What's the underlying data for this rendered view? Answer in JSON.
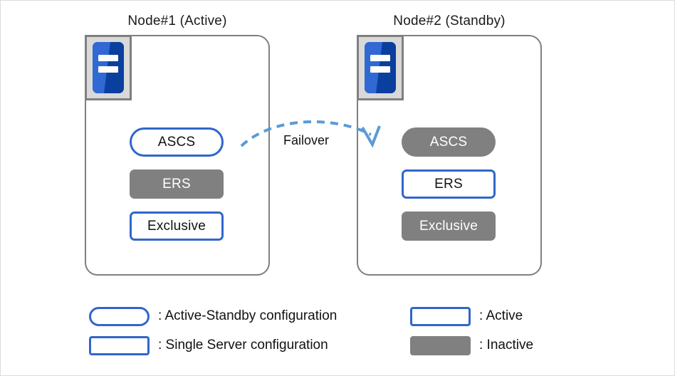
{
  "nodes": [
    {
      "title": "Node#1 (Active)",
      "icon": "server-icon",
      "services": [
        {
          "label": "ASCS",
          "shape": "pill",
          "state": "active"
        },
        {
          "label": "ERS",
          "shape": "rect",
          "state": "inactive"
        },
        {
          "label": "Exclusive",
          "shape": "rect",
          "state": "active"
        }
      ]
    },
    {
      "title": "Node#2 (Standby)",
      "icon": "server-icon",
      "services": [
        {
          "label": "ASCS",
          "shape": "pill",
          "state": "inactive"
        },
        {
          "label": "ERS",
          "shape": "rect",
          "state": "active"
        },
        {
          "label": "Exclusive",
          "shape": "rect",
          "state": "inactive"
        }
      ]
    }
  ],
  "failover": {
    "label": "Failover",
    "icon": "dashed-curved-arrow-icon",
    "color": "#5b9bd5",
    "style": "dashed"
  },
  "legend": {
    "left": [
      {
        "swatch": "pill",
        "state": "active",
        "text": ": Active-Standby configuration"
      },
      {
        "swatch": "rect",
        "state": "active",
        "text": ": Single Server configuration"
      }
    ],
    "right": [
      {
        "swatch": "rect",
        "state": "active",
        "text": ": Active"
      },
      {
        "swatch": "rect",
        "state": "inactive",
        "text": ": Inactive"
      }
    ]
  },
  "colors": {
    "accent_blue": "#3066cc",
    "inactive_gray": "#808080",
    "card_border": "#7f7f7f",
    "icon_badge_bg": "#d9d9d9",
    "icon_blue_dark": "#0b3f9e",
    "icon_blue_light": "#3069d3",
    "arrow_blue": "#5b9bd5",
    "page_border": "#dcdcdc"
  }
}
